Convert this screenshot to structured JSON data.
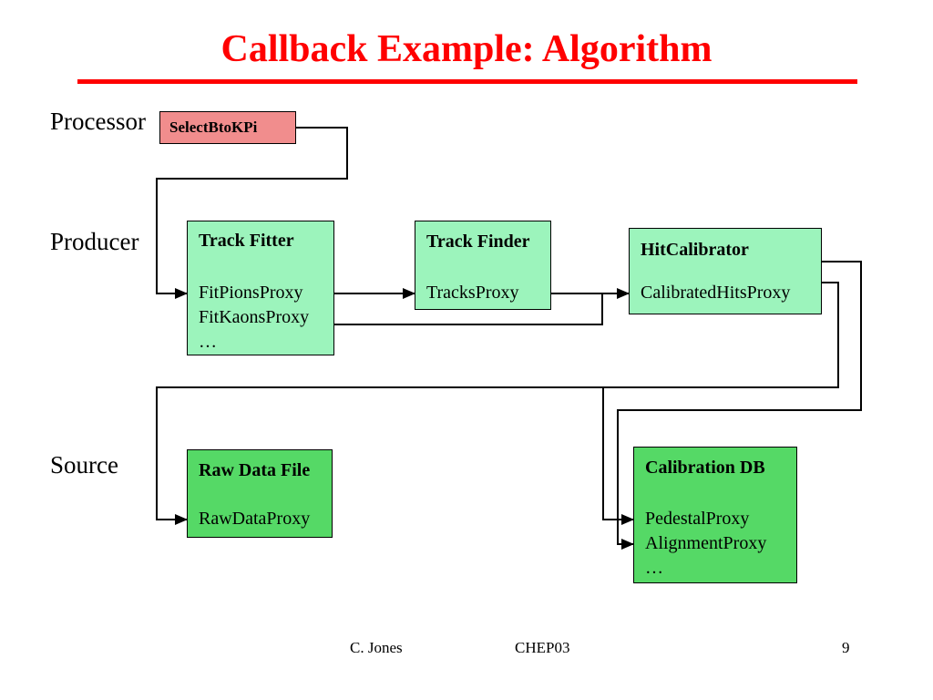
{
  "slide": {
    "title": "Callback Example: Algorithm",
    "footer": {
      "author": "C. Jones",
      "conference": "CHEP03",
      "page_number": "9"
    }
  },
  "row_labels": {
    "processor": "Processor",
    "producer": "Producer",
    "source": "Source"
  },
  "boxes": {
    "select_b_to_kpi": {
      "title": "SelectBtoKPi"
    },
    "track_fitter": {
      "title": "Track Fitter",
      "lines": [
        "FitPionsProxy",
        "FitKaonsProxy",
        "…"
      ]
    },
    "track_finder": {
      "title": "Track Finder",
      "lines": [
        "TracksProxy"
      ]
    },
    "hit_calibrator": {
      "title": "HitCalibrator",
      "lines": [
        "CalibratedHitsProxy"
      ]
    },
    "raw_data_file": {
      "title": "Raw Data File",
      "lines": [
        "RawDataProxy"
      ]
    },
    "calibration_db": {
      "title": "Calibration DB",
      "lines": [
        "PedestalProxy",
        "AlignmentProxy",
        "…"
      ]
    }
  },
  "colors": {
    "title_color": "#ff0000",
    "processor_box": "#f18d8d",
    "producer_box": "#9cf4bc",
    "source_box": "#55d966"
  }
}
